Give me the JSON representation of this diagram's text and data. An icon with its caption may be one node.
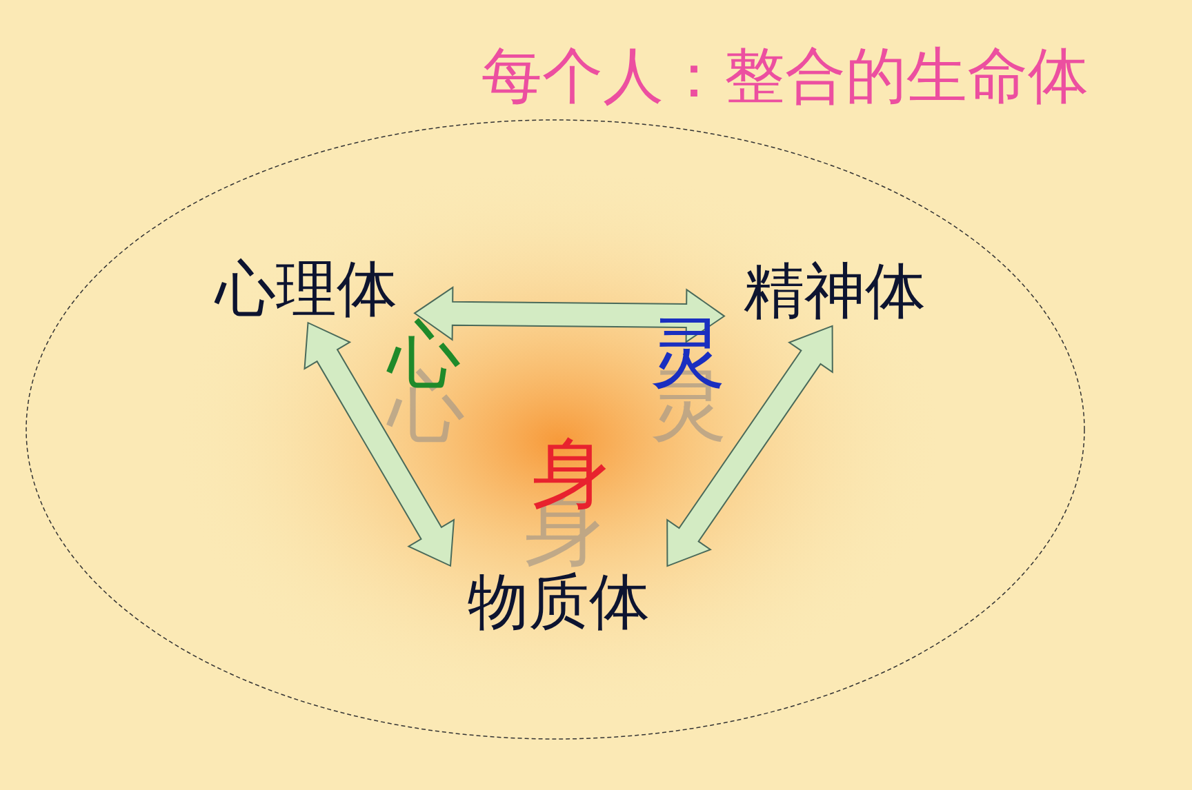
{
  "diagram": {
    "title": "每个人：整合的生命体",
    "nodes": [
      {
        "text": [],
        "shape": "ellipse"
      },
      {
        "text": [
          "心理体"
        ],
        "in": 0
      },
      {
        "text": [
          "精神体"
        ],
        "in": 0
      },
      {
        "text": [
          "物质体"
        ],
        "in": 0
      }
    ],
    "edges": [
      {
        "from": 1,
        "to": 2,
        "arrow": "both"
      },
      {
        "from": 1,
        "to": 3,
        "arrow": "both"
      },
      {
        "from": 2,
        "to": 3,
        "arrow": "both"
      }
    ],
    "labels": [
      "心",
      "灵",
      "心",
      "灵",
      "身",
      "身"
    ]
  }
}
